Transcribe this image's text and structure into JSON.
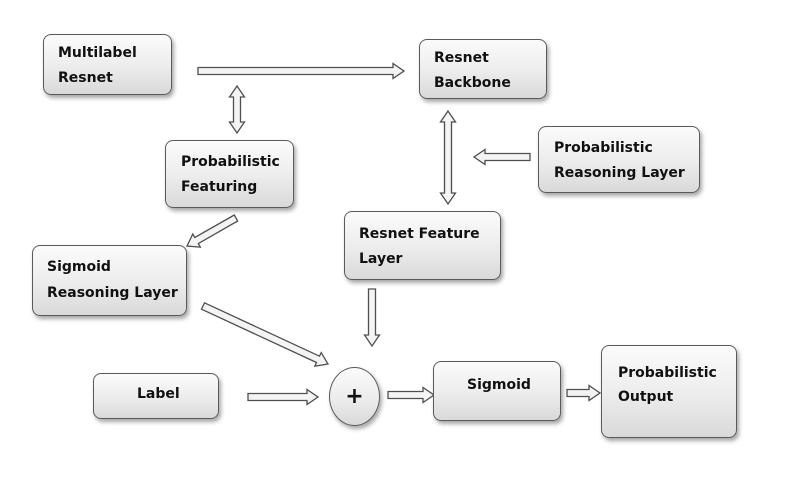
{
  "nodes": {
    "multilabel_resnet": [
      "Multilabel",
      "Resnet"
    ],
    "resnet_backbone": [
      "Resnet",
      "Backbone"
    ],
    "probabilistic_featuring": [
      "Probabilistic",
      "Featuring"
    ],
    "probabilistic_reasoning_layer": [
      "Probabilistic",
      "Reasoning Layer"
    ],
    "sigmoid_reasoning_layer": [
      "Sigmoid",
      "Reasoning Layer"
    ],
    "resnet_feature_layer": [
      "Resnet Feature",
      "Layer"
    ],
    "label": [
      "Label"
    ],
    "sum": "+",
    "sigmoid": [
      "Sigmoid"
    ],
    "probabilistic_output": [
      "Probabilistic",
      "Output"
    ]
  },
  "connections": [
    {
      "from": "multilabel_resnet",
      "to": "resnet_backbone",
      "direction": "forward"
    },
    {
      "from": "multilabel_resnet",
      "to": "probabilistic_featuring",
      "direction": "bidirectional"
    },
    {
      "from": "resnet_backbone",
      "to": "resnet_feature_layer",
      "direction": "bidirectional"
    },
    {
      "from": "probabilistic_reasoning_layer",
      "to": "resnet_backbone",
      "direction": "forward"
    },
    {
      "from": "probabilistic_featuring",
      "to": "sigmoid_reasoning_layer",
      "direction": "forward"
    },
    {
      "from": "sigmoid_reasoning_layer",
      "to": "sum",
      "direction": "forward"
    },
    {
      "from": "resnet_feature_layer",
      "to": "sum",
      "direction": "forward"
    },
    {
      "from": "label",
      "to": "sum",
      "direction": "forward"
    },
    {
      "from": "sum",
      "to": "sigmoid",
      "direction": "forward"
    },
    {
      "from": "sigmoid",
      "to": "probabilistic_output",
      "direction": "forward"
    }
  ]
}
